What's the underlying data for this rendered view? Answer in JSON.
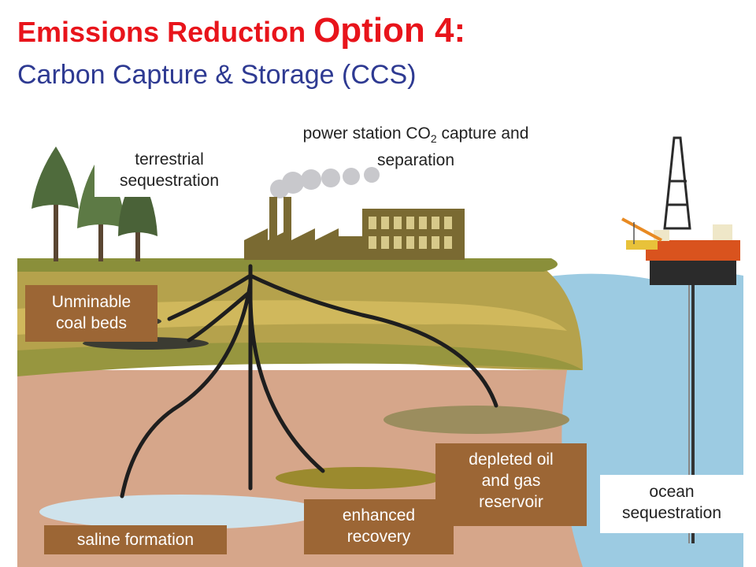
{
  "title": {
    "part1": "Emissions Reduction ",
    "part2": "Option 4:"
  },
  "subtitle": "Carbon Capture & Storage (CCS)",
  "labels": {
    "power_station_pre": "power station CO",
    "power_station_sub": "2",
    "power_station_post": " capture and",
    "power_station_line2": "separation",
    "terrestrial_line1": "terrestrial",
    "terrestrial_line2": "sequestration",
    "coal_line1": "Unminable",
    "coal_line2": "coal beds",
    "saline": "saline formation",
    "enhanced_line1": "enhanced",
    "enhanced_line2": "recovery",
    "depleted_line1": "depleted oil",
    "depleted_line2": "and gas",
    "depleted_line3": "reservoir",
    "ocean_line1": "ocean",
    "ocean_line2": "sequestration"
  },
  "colors": {
    "title_red": "#e8141b",
    "subtitle_blue": "#2e3a92",
    "label_brown": "#9c6635",
    "rock": "#d6a68a",
    "ocean": "#9ccbe2",
    "grass": "#8a8f3a",
    "plant": "#7a6a32"
  }
}
